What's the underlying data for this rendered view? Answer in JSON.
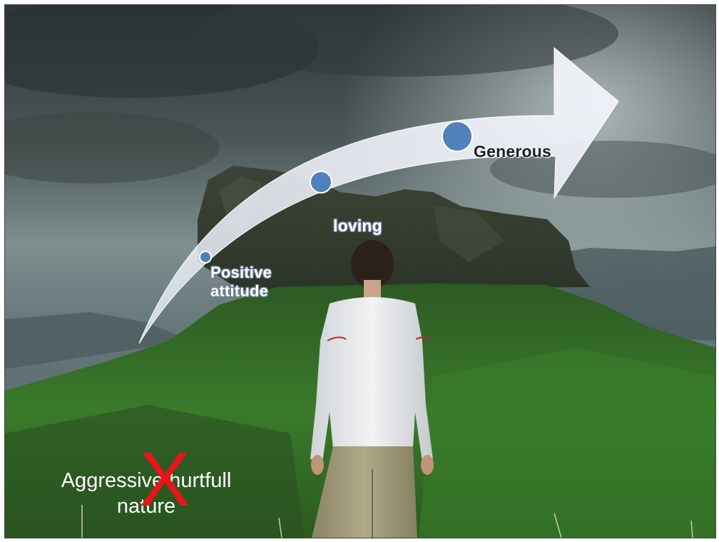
{
  "labels": {
    "positive_line1": "Positive",
    "positive_line2": "attitude",
    "loving": "loving",
    "generous": "Generous",
    "aggressive_line1": "Aggressive hurtfull",
    "aggressive_line2": "nature",
    "cross_mark": "X"
  },
  "colors": {
    "arrow_fill": "#e6ebf5",
    "dot_fill": "#4f81bd",
    "cross_color": "#e8151b",
    "sky_dark": "#3b4446",
    "forest": "#2f6a22"
  },
  "icons": {
    "cross": "red-x-mark",
    "dots": "blue-circle-markers"
  }
}
